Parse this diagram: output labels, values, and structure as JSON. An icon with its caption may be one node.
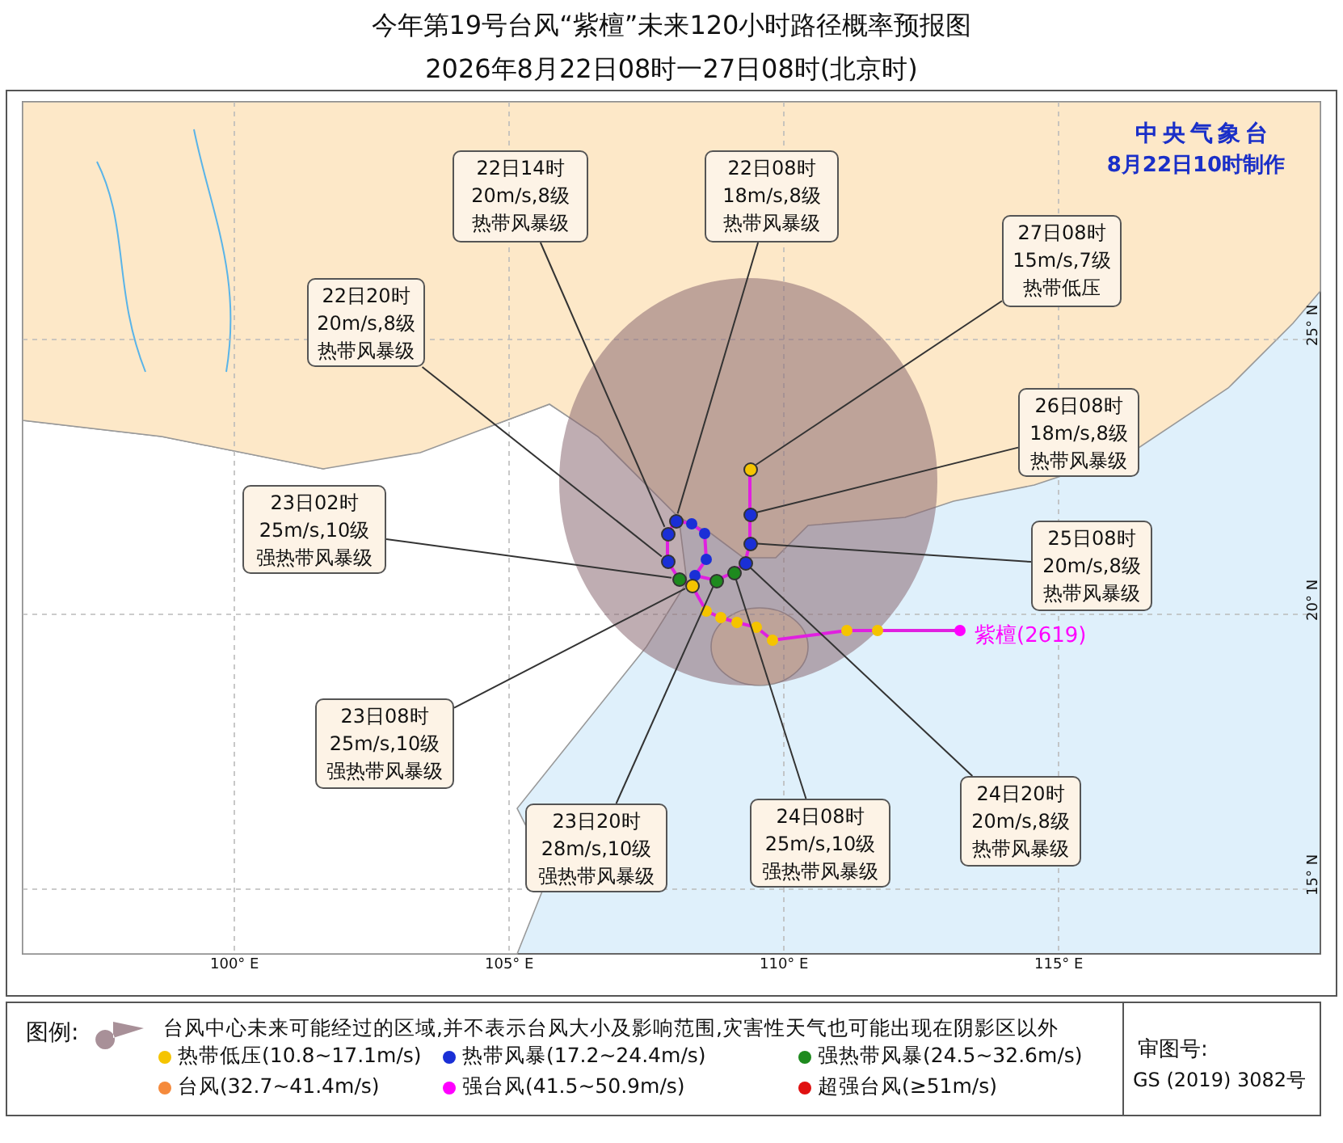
{
  "diagram": {
    "title": "今年第19号台风“紫檀”未来120小时路径概率预报图",
    "nodes": [
      {
        "text": [
          "22日14时",
          "20m/s,8级",
          "热带风暴级"
        ]
      },
      {
        "text": [
          "22日08时",
          "18m/s,8级",
          "热带风暴级"
        ]
      },
      {
        "text": [
          "27日08时",
          "15m/s,7级",
          "热带低压"
        ]
      },
      {
        "text": [
          "22日20时",
          "20m/s,8级",
          "热带风暴级"
        ]
      },
      {
        "text": [
          "26日08时",
          "18m/s,8级",
          "热带风暴级"
        ]
      },
      {
        "text": [
          "23日02时",
          "25m/s,10级",
          "强热带风暴级"
        ]
      },
      {
        "text": [
          "25日08时",
          "20m/s,8级",
          "热带风暴级"
        ]
      },
      {
        "text": [
          "23日08时",
          "25m/s,10级",
          "强热带风暴级"
        ]
      },
      {
        "text": [
          "23日20时",
          "28m/s,10级",
          "强热带风暴级"
        ]
      },
      {
        "text": [
          "24日08时",
          "25m/s,10级",
          "强热带风暴级"
        ]
      },
      {
        "text": [
          "24日20时",
          "20m/s,8级",
          "热带风暴级"
        ]
      },
      {
        "text": [],
        "shape": "circle"
      },
      {
        "text": [],
        "shape": "circle"
      },
      {
        "text": [],
        "shape": "circle"
      },
      {
        "text": [],
        "shape": "circle"
      },
      {
        "text": [],
        "shape": "circle"
      },
      {
        "text": [],
        "shape": "circle"
      },
      {
        "text": [],
        "shape": "circle"
      },
      {
        "text": [],
        "shape": "circle"
      },
      {
        "text": [],
        "shape": "circle"
      },
      {
        "text": [],
        "shape": "circle"
      },
      {
        "text": [],
        "shape": "circle"
      }
    ],
    "edges": [
      {
        "from": 0,
        "to": 11,
        "arrow": "none"
      },
      {
        "from": 1,
        "to": 12,
        "arrow": "none"
      },
      {
        "from": 2,
        "to": 13,
        "arrow": "none"
      },
      {
        "from": 3,
        "to": 14,
        "arrow": "none"
      },
      {
        "from": 4,
        "to": 15,
        "arrow": "none"
      },
      {
        "from": 5,
        "to": 16,
        "arrow": "none"
      },
      {
        "from": 6,
        "to": 17,
        "arrow": "none"
      },
      {
        "from": 7,
        "to": 18,
        "arrow": "none"
      },
      {
        "from": 8,
        "to": 19,
        "arrow": "none"
      },
      {
        "from": 9,
        "to": 20,
        "arrow": "none"
      },
      {
        "from": 10,
        "to": 21,
        "arrow": "none"
      }
    ],
    "labels": [
      "2026年8月22日08时一27日08时(北京时)",
      "中央气象台",
      "8月22日10时制作",
      "紫檀(2619)",
      "25° N",
      "20° N",
      "15° N",
      "100° E",
      "105° E",
      "110° E",
      "115° E",
      "图例:",
      "审图号:",
      "GS (2019) 3082号"
    ],
    "legend": [
      {
        "text": "台风中心未来可能经过的区域,并不表示台风大小及影响范围,灾害性天气也可能出现在阴影区以外"
      },
      {
        "text": "热带低压(10.8~17.1m/s)",
        "color": "#f5c400"
      },
      {
        "text": "热带风暴(17.2~24.4m/s)",
        "color": "#1a2fd6"
      },
      {
        "text": "强热带风暴(24.5~32.6m/s)",
        "color": "#1e8a1e"
      },
      {
        "text": "台风(32.7~41.4m/s)",
        "color": "#f58a3c"
      },
      {
        "text": "强台风(41.5~50.9m/s)",
        "color": "#ff00ff"
      },
      {
        "text": "超强台风(≥51m/s)",
        "color": "#e01010"
      }
    ]
  }
}
